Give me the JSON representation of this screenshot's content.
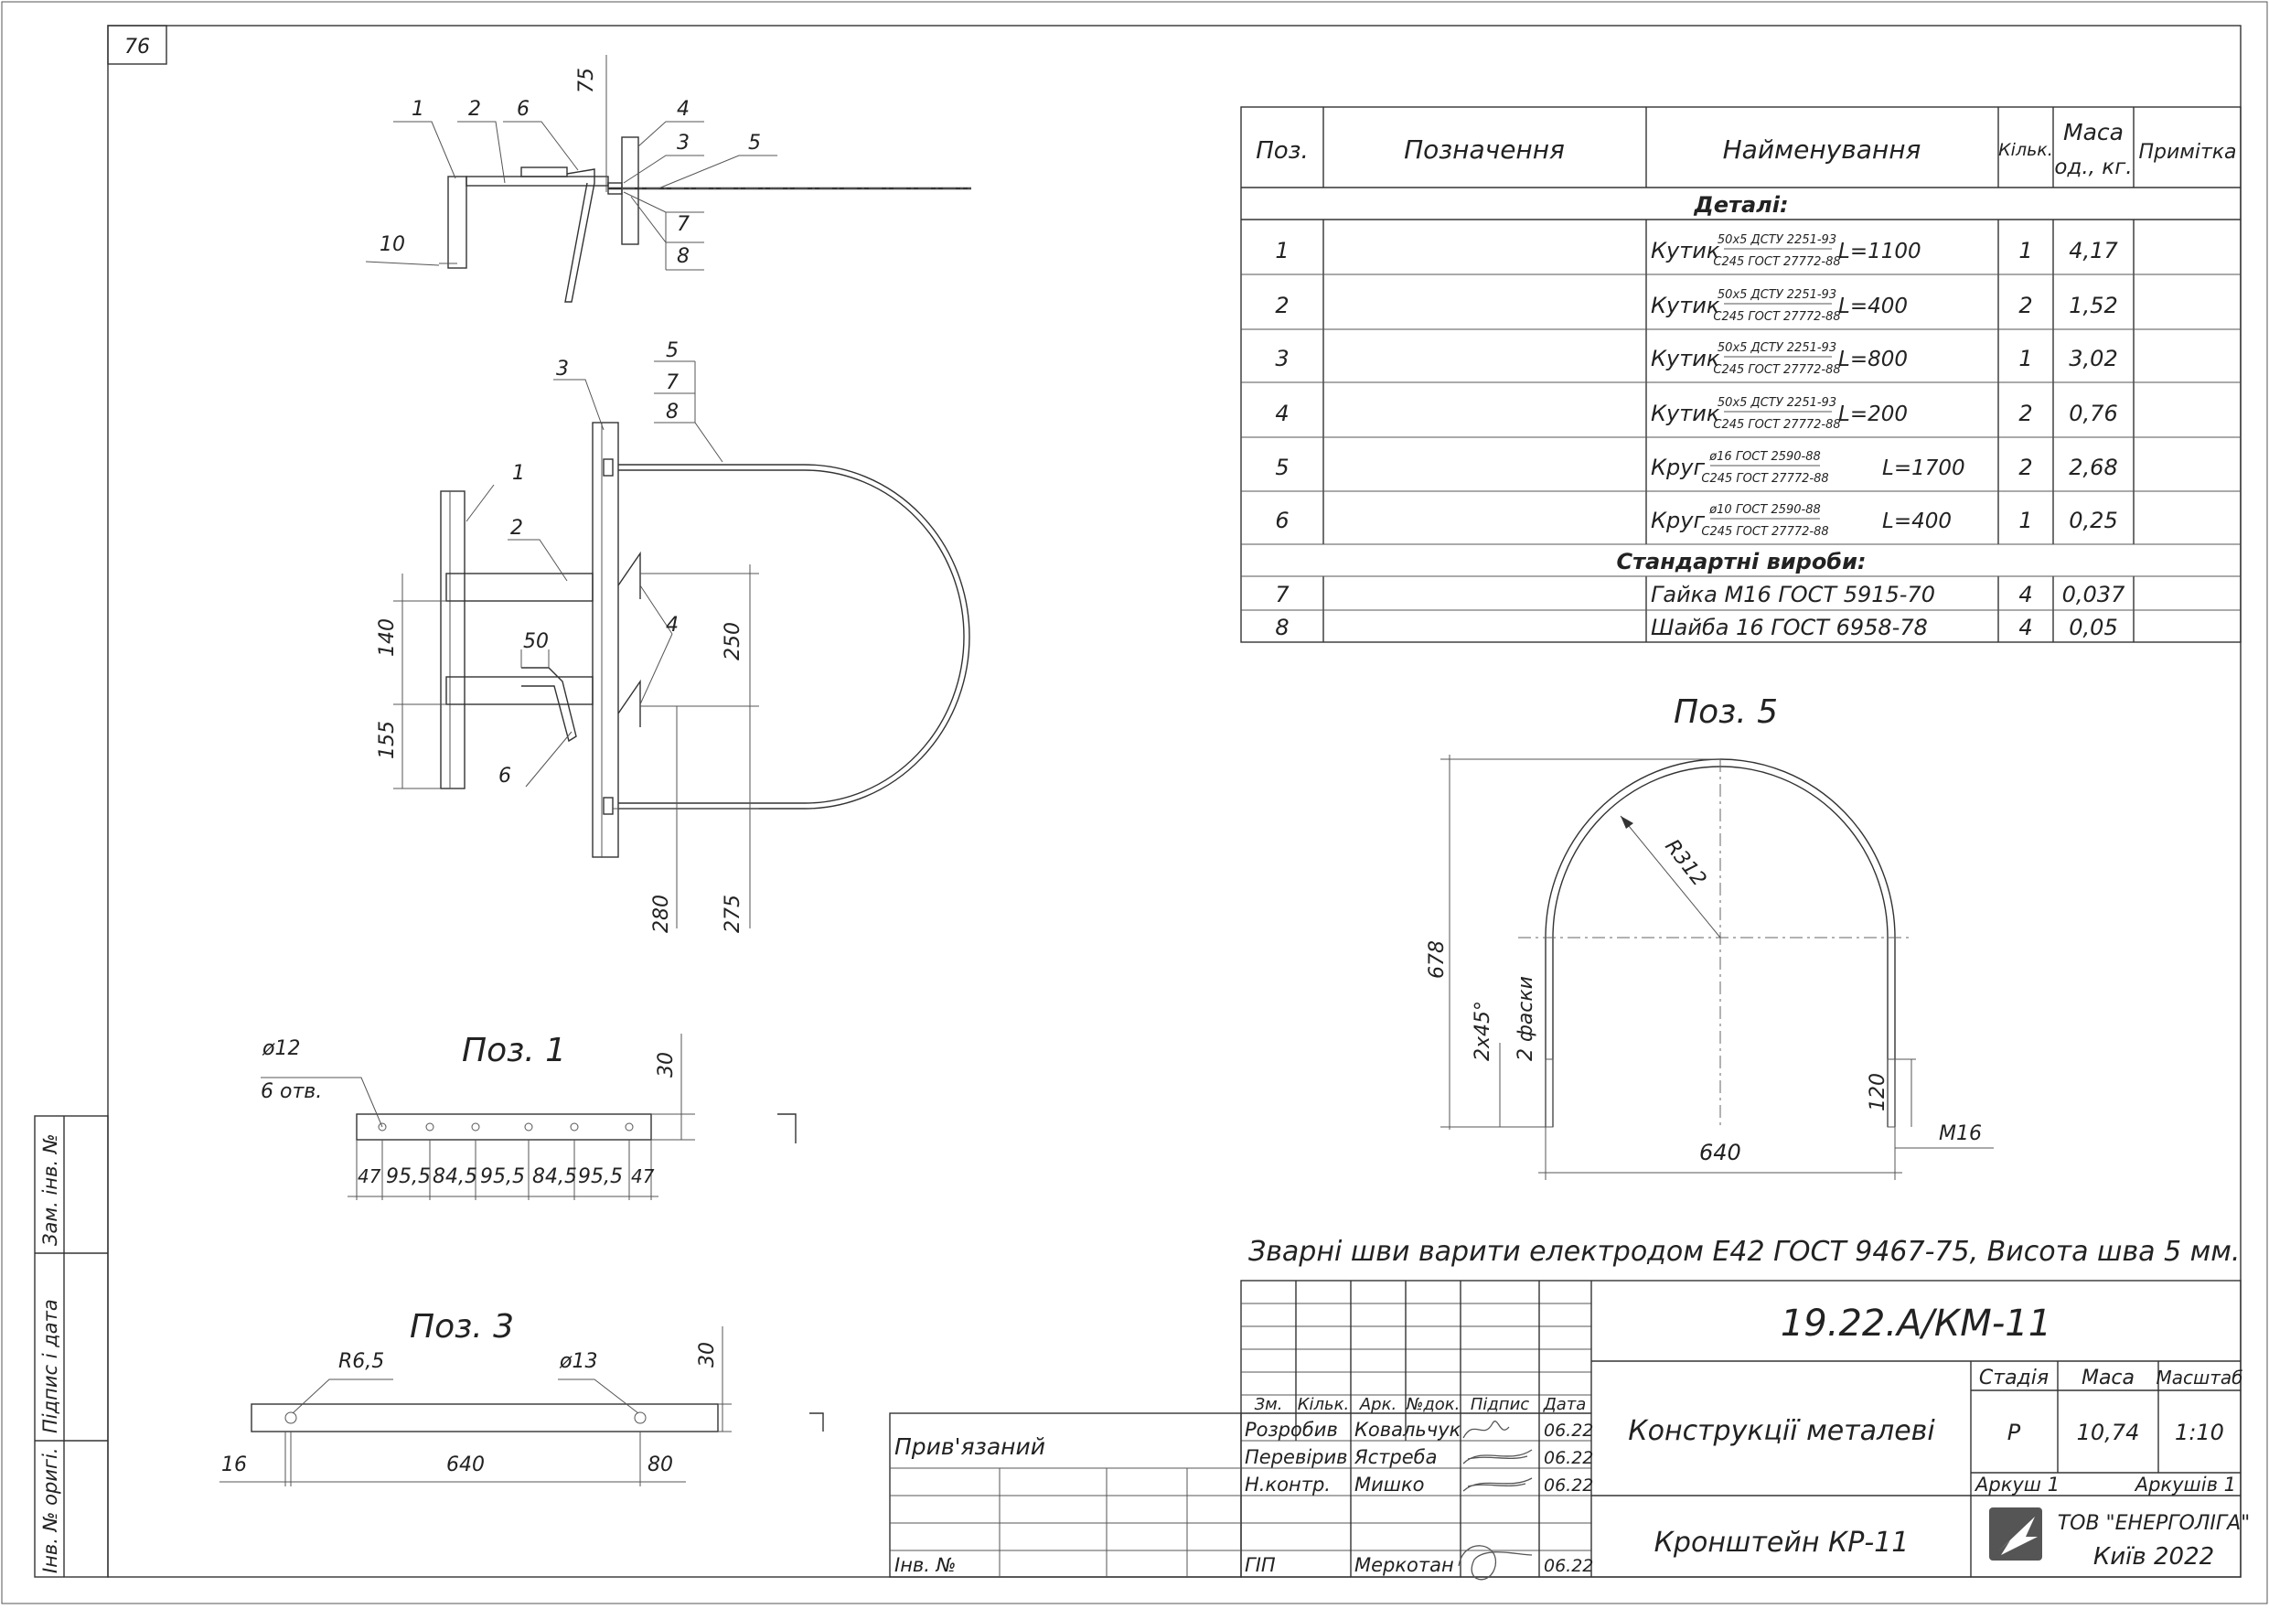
{
  "sheet_number": "76",
  "side_stamp": [
    "Зам. інв. №",
    "Підпис і дата",
    "Інв. № оригі."
  ],
  "spec": {
    "headers": {
      "pos": "Поз.",
      "designation": "Позначення",
      "name": "Найменування",
      "qty": "Кільк.",
      "mass1": "Маса",
      "mass2": "од., кг.",
      "note": "Примітка"
    },
    "section_details": "Деталі:",
    "section_standard": "Стандартні вироби:",
    "rows": [
      {
        "pos": "1",
        "kind": "Кутик",
        "top": "50х5 ДСТУ 2251-93",
        "bottom": "С245 ГОСТ 27772-88",
        "len": "L=1100",
        "qty": "1",
        "mass": "4,17"
      },
      {
        "pos": "2",
        "kind": "Кутик",
        "top": "50х5 ДСТУ 2251-93",
        "bottom": "С245 ГОСТ 27772-88",
        "len": "L=400",
        "qty": "2",
        "mass": "1,52"
      },
      {
        "pos": "3",
        "kind": "Кутик",
        "top": "50х5 ДСТУ 2251-93",
        "bottom": "С245 ГОСТ 27772-88",
        "len": "L=800",
        "qty": "1",
        "mass": "3,02"
      },
      {
        "pos": "4",
        "kind": "Кутик",
        "top": "50х5 ДСТУ 2251-93",
        "bottom": "С245 ГОСТ 27772-88",
        "len": "L=200",
        "qty": "2",
        "mass": "0,76"
      },
      {
        "pos": "5",
        "kind": "Круг",
        "top": "ø16 ГОСТ 2590-88",
        "bottom": "С245 ГОСТ 27772-88",
        "len": "L=1700",
        "qty": "2",
        "mass": "2,68"
      },
      {
        "pos": "6",
        "kind": "Круг",
        "top": "ø10 ГОСТ 2590-88",
        "bottom": "С245 ГОСТ 27772-88",
        "len": "L=400",
        "qty": "1",
        "mass": "0,25"
      }
    ],
    "std_rows": [
      {
        "pos": "7",
        "name": "Гайка М16 ГОСТ 5915-70",
        "qty": "4",
        "mass": "0,037"
      },
      {
        "pos": "8",
        "name": "Шайба 16 ГОСТ 6958-78",
        "qty": "4",
        "mass": "0,05"
      }
    ]
  },
  "views": {
    "top": {
      "labels": [
        "1",
        "2",
        "6",
        "4",
        "3",
        "5",
        "7",
        "8"
      ],
      "dim_75": "75",
      "dim_10": "10"
    },
    "front": {
      "labels": [
        "3",
        "5",
        "7",
        "8",
        "1",
        "2",
        "4",
        "6"
      ],
      "dims": [
        "140",
        "155",
        "50",
        "250",
        "280",
        "275"
      ]
    },
    "poz1": {
      "title": "Поз. 1",
      "hole": "ø12",
      "holes_count": "6 отв.",
      "dim_30": "30",
      "dims": [
        "47",
        "95,5",
        "84,5",
        "95,5",
        "84,5",
        "95,5",
        "47"
      ]
    },
    "poz3": {
      "title": "Поз. 3",
      "r": "R6,5",
      "hole": "ø13",
      "dim_30": "30",
      "dims": [
        "16",
        "640",
        "80"
      ]
    },
    "poz5": {
      "title": "Поз. 5",
      "r": "R312",
      "h": "678",
      "w": "640",
      "end": "120",
      "thread": "М16",
      "chamfer1": "2х45°",
      "chamfer2": "2 фаски"
    }
  },
  "note": "Зварні шви варити електродом Е42 ГОСТ 9467-75, Висота шва 5 мм.",
  "title_block": {
    "code": "19.22.А/КМ-11",
    "title": "Конструкції металеві",
    "item": "Кронштейн КР-11",
    "cols": [
      "Зм.",
      "Кільк.",
      "Арк.",
      "№док.",
      "Підпис",
      "Дата"
    ],
    "people": [
      {
        "role": "Розробив",
        "name": "Ковальчук",
        "date": "06.22"
      },
      {
        "role": "Перевірив",
        "name": "Ястреба",
        "date": "06.22"
      },
      {
        "role": "Н.контр.",
        "name": "Мишко",
        "date": "06.22"
      },
      {
        "role": "ГІП",
        "name": "Меркотан",
        "date": "06.22"
      }
    ],
    "stage_label": "Стадія",
    "mass_label": "Маса",
    "scale_label": "Масштаб",
    "stage": "Р",
    "mass": "10,74",
    "scale": "1:10",
    "sheet": "Аркуш 1",
    "sheets": "Аркушів 1",
    "company": "ТОВ \"ЕНЕРГОЛІГА\"",
    "city": "Київ 2022",
    "bound": "Прив'язаний",
    "inv": "Інв. №"
  }
}
